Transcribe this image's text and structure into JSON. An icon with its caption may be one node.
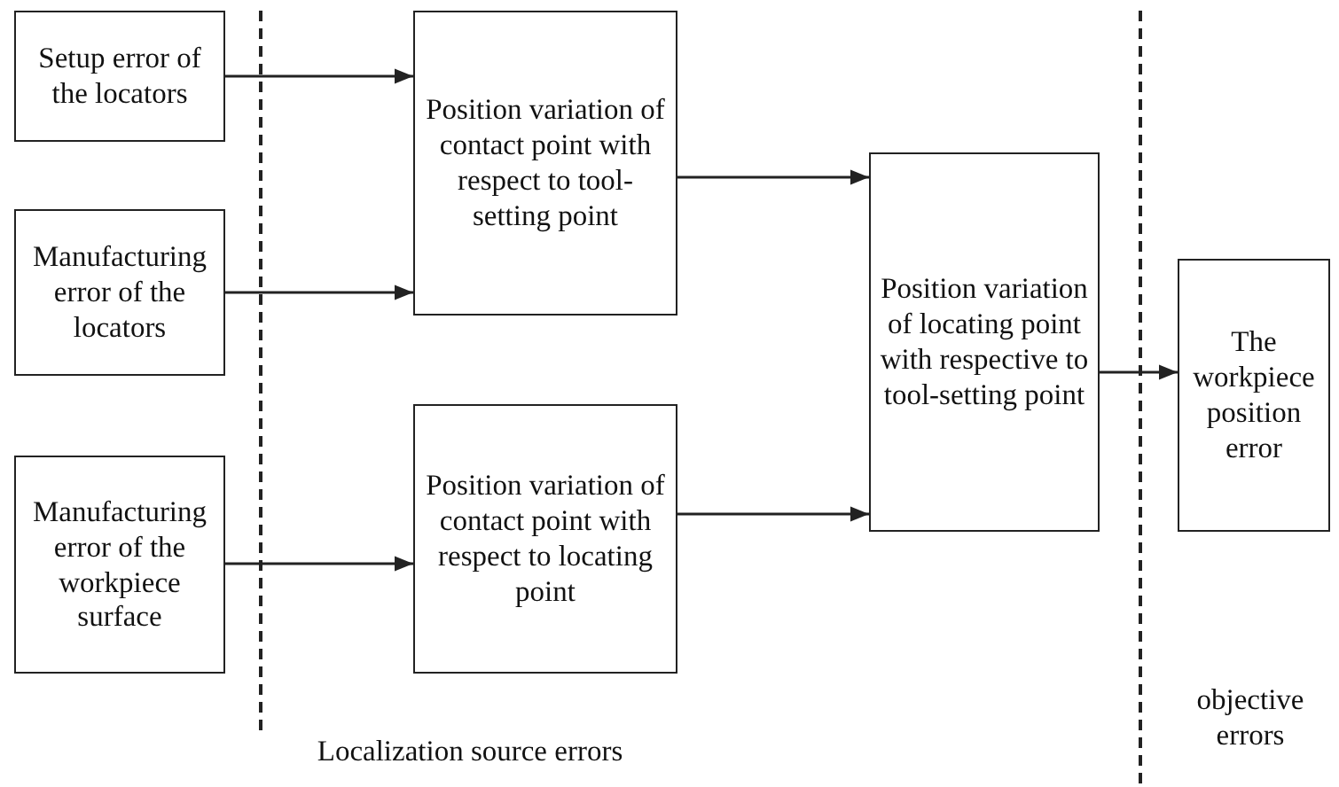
{
  "diagram": {
    "nodes": [
      {
        "text": [
          "Setup error of the locators"
        ]
      },
      {
        "text": [
          "Manufacturing error of the locators"
        ]
      },
      {
        "text": [
          "Manufacturing error of the workpiece surface"
        ]
      },
      {
        "text": [
          "Position variation of contact point with respect to tool-setting point"
        ]
      },
      {
        "text": [
          "Position variation of contact point with respect to locating point"
        ]
      },
      {
        "text": [
          "Position variation of locating point with respective to tool-setting point"
        ]
      },
      {
        "text": [
          "The workpiece position error"
        ]
      }
    ],
    "edges": [
      {
        "from": 0,
        "to": 3,
        "arrow": "to"
      },
      {
        "from": 1,
        "to": 3,
        "arrow": "to"
      },
      {
        "from": 2,
        "to": 4,
        "arrow": "to"
      },
      {
        "from": 3,
        "to": 5,
        "arrow": "to"
      },
      {
        "from": 4,
        "to": 5,
        "arrow": "to"
      },
      {
        "from": 5,
        "to": 6,
        "arrow": "to"
      }
    ],
    "labels": [
      "Localization source errors",
      "objective errors"
    ]
  }
}
